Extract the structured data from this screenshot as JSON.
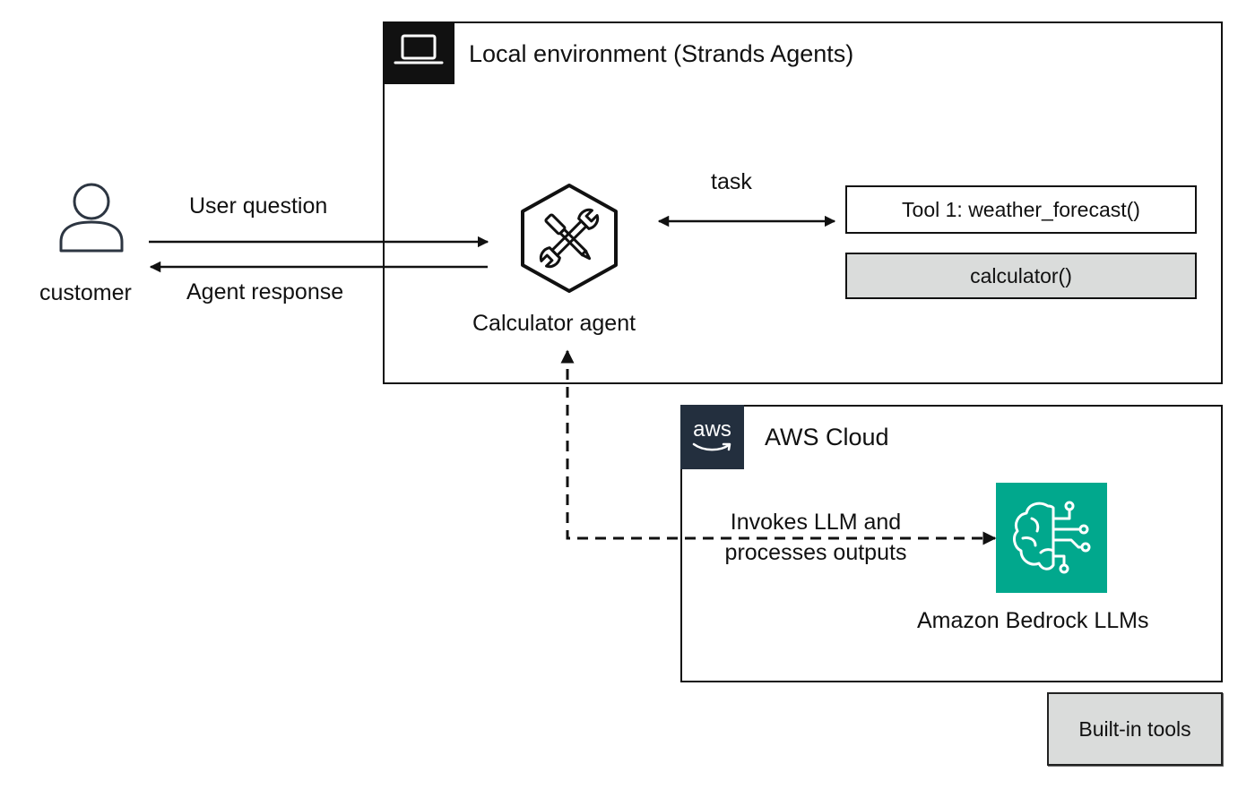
{
  "local_environment": {
    "title": "Local environment (Strands Agents)",
    "icon": "laptop-icon"
  },
  "customer": {
    "label": "customer",
    "icon": "user-icon"
  },
  "flows": {
    "user_question": "User question",
    "agent_response": "Agent response",
    "task": "task",
    "invokes_line1": "Invokes LLM and",
    "invokes_line2": "processes outputs"
  },
  "agent": {
    "label": "Calculator agent",
    "icon": "tools-hexagon-icon"
  },
  "tools": {
    "tool1": "Tool 1: weather_forecast()",
    "tool2": "calculator()"
  },
  "aws_cloud": {
    "title": "AWS Cloud",
    "logo_text": "aws",
    "logo_bg": "#232f3e"
  },
  "bedrock": {
    "label": "Amazon Bedrock LLMs",
    "icon": "brain-circuit-icon",
    "color": "#01a88d"
  },
  "legend": {
    "builtin_label": "Built-in tools",
    "builtin_color": "#dadcdb"
  }
}
